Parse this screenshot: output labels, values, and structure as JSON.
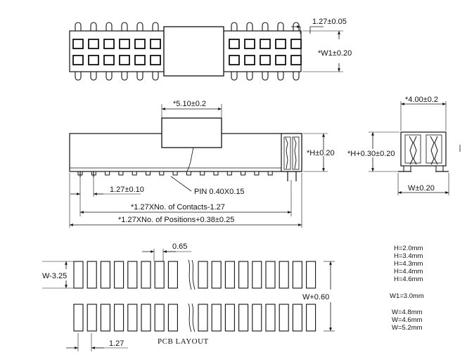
{
  "top_view": {
    "pitch_label": "1.27±0.05",
    "width_label": "*W1±0.20"
  },
  "side_view": {
    "housing_label": "*5.10±0.2",
    "height_label": "*H±0.20",
    "pin_pitch_label": "1.27±0.10",
    "pin_label": "PIN 0.40X0.15",
    "contacts_label": "*1.27XNo. of Contacts-1.27",
    "positions_label": "*1.27XNo. of Positions+0.38±0.25"
  },
  "end_view": {
    "top_width_label": "*4.00±0.2",
    "height_label": "*H+0.30±0.20",
    "width_label": "W±0.20"
  },
  "pcb_layout": {
    "pad_width_label": "0.65",
    "gap_label": "W-3.25",
    "outer_label": "W+0.60",
    "pitch_label": "1.27",
    "caption": "PCB LAYOUT"
  },
  "spec_table": {
    "h_values": [
      "H=2.0mm",
      "H=3.4mm",
      "H=4.3mm",
      "H=4.4mm",
      "H=4.6mm"
    ],
    "w1_values": [
      "W1=3.0mm"
    ],
    "w_values": [
      "W=4.8mm",
      "W=4.6mm",
      "W=5.2mm"
    ]
  }
}
